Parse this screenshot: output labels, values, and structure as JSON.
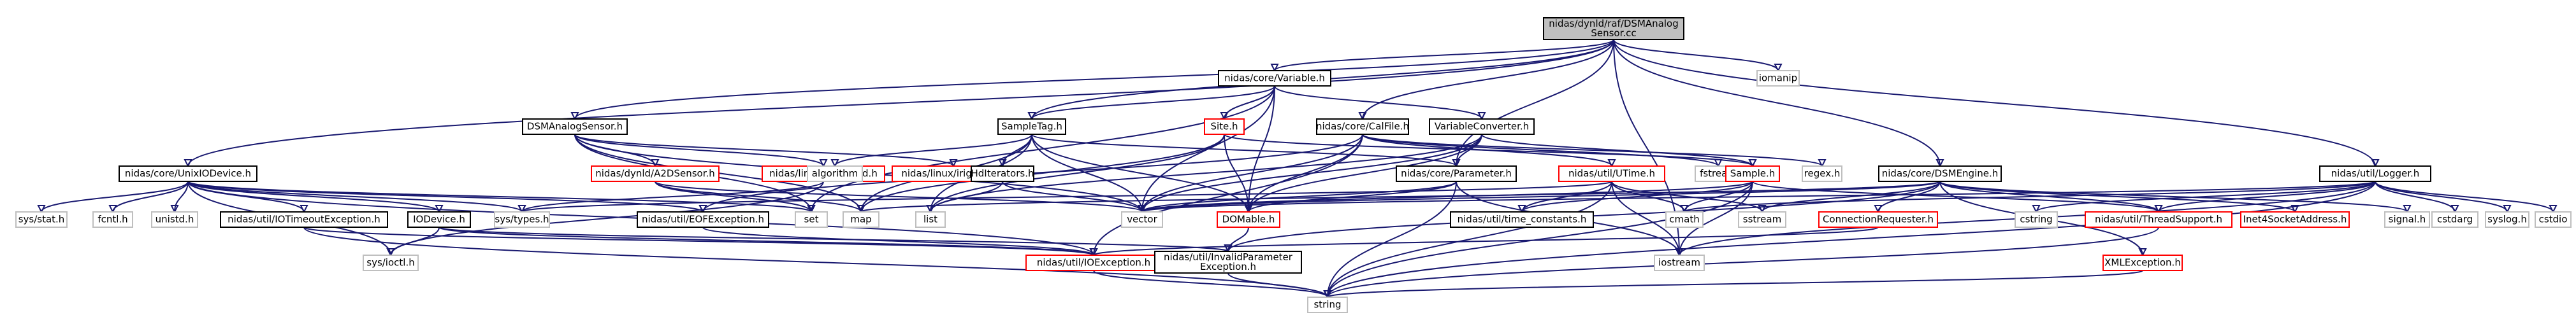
{
  "diagram": {
    "edge_color": "#191970",
    "node_styles": {
      "root": {
        "fill": "#bfbfbf",
        "border": "#000000"
      },
      "documented": {
        "fill": "#ffffff",
        "border": "#000000"
      },
      "undocumented": {
        "fill": "#ffffff",
        "border": "#ff0000"
      },
      "system": {
        "fill": "#ffffff",
        "border": "#bfbfbf"
      }
    },
    "nodes": [
      {
        "id": "root",
        "label": [
          "nidas/dynld/raf/DSMAnalog",
          "Sensor.cc"
        ],
        "kind": "root"
      },
      {
        "id": "variable",
        "label": [
          "nidas/core/Variable.h"
        ],
        "kind": "documented"
      },
      {
        "id": "iomanip",
        "label": [
          "iomanip"
        ],
        "kind": "system"
      },
      {
        "id": "dsmanalog",
        "label": [
          "DSMAnalogSensor.h"
        ],
        "kind": "documented"
      },
      {
        "id": "sampletag",
        "label": [
          "SampleTag.h"
        ],
        "kind": "documented"
      },
      {
        "id": "site",
        "label": [
          "Site.h"
        ],
        "kind": "undocumented"
      },
      {
        "id": "calfile",
        "label": [
          "nidas/core/CalFile.h"
        ],
        "kind": "documented"
      },
      {
        "id": "varconv",
        "label": [
          "VariableConverter.h"
        ],
        "kind": "documented"
      },
      {
        "id": "unixiodevice",
        "label": [
          "nidas/core/UnixIODevice.h"
        ],
        "kind": "documented"
      },
      {
        "id": "ncar_a2d",
        "label": [
          "nidas/linux/ncar_a2d.h"
        ],
        "kind": "undocumented"
      },
      {
        "id": "irigclock",
        "label": [
          "nidas/linux/irigclock.h"
        ],
        "kind": "undocumented"
      },
      {
        "id": "a2dsensor",
        "label": [
          "nidas/dynld/A2DSensor.h"
        ],
        "kind": "undocumented"
      },
      {
        "id": "algorithm",
        "label": [
          "algorithm"
        ],
        "kind": "system"
      },
      {
        "id": "hiditerators",
        "label": [
          "HdIterators.h"
        ],
        "kind": "documented"
      },
      {
        "id": "parameter",
        "label": [
          "nidas/core/Parameter.h"
        ],
        "kind": "documented"
      },
      {
        "id": "utime",
        "label": [
          "nidas/util/UTime.h"
        ],
        "kind": "undocumented"
      },
      {
        "id": "fstream",
        "label": [
          "fstream"
        ],
        "kind": "system"
      },
      {
        "id": "sample",
        "label": [
          "Sample.h"
        ],
        "kind": "undocumented"
      },
      {
        "id": "regex",
        "label": [
          "regex.h"
        ],
        "kind": "system"
      },
      {
        "id": "dsmengine",
        "label": [
          "nidas/core/DSMEngine.h"
        ],
        "kind": "documented"
      },
      {
        "id": "logger",
        "label": [
          "nidas/util/Logger.h"
        ],
        "kind": "documented"
      },
      {
        "id": "sysstat",
        "label": [
          "sys/stat.h"
        ],
        "kind": "system"
      },
      {
        "id": "fcntl",
        "label": [
          "fcntl.h"
        ],
        "kind": "system"
      },
      {
        "id": "unistd",
        "label": [
          "unistd.h"
        ],
        "kind": "system"
      },
      {
        "id": "iotimeout",
        "label": [
          "nidas/util/IOTimeoutException.h"
        ],
        "kind": "documented"
      },
      {
        "id": "iodevice",
        "label": [
          "IODevice.h"
        ],
        "kind": "documented"
      },
      {
        "id": "systypes",
        "label": [
          "sys/types.h"
        ],
        "kind": "system"
      },
      {
        "id": "eofexc",
        "label": [
          "nidas/util/EOFException.h"
        ],
        "kind": "documented"
      },
      {
        "id": "set",
        "label": [
          "set"
        ],
        "kind": "system"
      },
      {
        "id": "map",
        "label": [
          "map"
        ],
        "kind": "system"
      },
      {
        "id": "list",
        "label": [
          "list"
        ],
        "kind": "system"
      },
      {
        "id": "vector",
        "label": [
          "vector"
        ],
        "kind": "system"
      },
      {
        "id": "domable",
        "label": [
          "DOMable.h"
        ],
        "kind": "undocumented"
      },
      {
        "id": "timeconst",
        "label": [
          "nidas/util/time_constants.h"
        ],
        "kind": "documented"
      },
      {
        "id": "cmath",
        "label": [
          "cmath"
        ],
        "kind": "system"
      },
      {
        "id": "sstream",
        "label": [
          "sstream"
        ],
        "kind": "system"
      },
      {
        "id": "connreq",
        "label": [
          "ConnectionRequester.h"
        ],
        "kind": "undocumented"
      },
      {
        "id": "cstring",
        "label": [
          "cstring"
        ],
        "kind": "system"
      },
      {
        "id": "threadsupport",
        "label": [
          "nidas/util/ThreadSupport.h"
        ],
        "kind": "undocumented"
      },
      {
        "id": "inet4",
        "label": [
          "Inet4SocketAddress.h"
        ],
        "kind": "undocumented"
      },
      {
        "id": "signal",
        "label": [
          "signal.h"
        ],
        "kind": "system"
      },
      {
        "id": "cstdarg",
        "label": [
          "cstdarg"
        ],
        "kind": "system"
      },
      {
        "id": "syslog",
        "label": [
          "syslog.h"
        ],
        "kind": "system"
      },
      {
        "id": "cstdio",
        "label": [
          "cstdio"
        ],
        "kind": "system"
      },
      {
        "id": "sysioctl",
        "label": [
          "sys/ioctl.h"
        ],
        "kind": "system"
      },
      {
        "id": "ioexception",
        "label": [
          "nidas/util/IOException.h"
        ],
        "kind": "undocumented"
      },
      {
        "id": "invalidparam",
        "label": [
          "nidas/util/InvalidParameter",
          "Exception.h"
        ],
        "kind": "documented"
      },
      {
        "id": "iostream",
        "label": [
          "iostream"
        ],
        "kind": "system"
      },
      {
        "id": "xmlexc",
        "label": [
          "XMLException.h"
        ],
        "kind": "undocumented"
      },
      {
        "id": "string",
        "label": [
          "string"
        ],
        "kind": "system"
      }
    ],
    "edges": [
      [
        "root",
        "variable"
      ],
      [
        "root",
        "iomanip"
      ],
      [
        "root",
        "dsmanalog"
      ],
      [
        "root",
        "unixiodevice"
      ],
      [
        "root",
        "calfile"
      ],
      [
        "root",
        "sampletag"
      ],
      [
        "root",
        "dsmengine"
      ],
      [
        "root",
        "logger"
      ],
      [
        "root",
        "parameter"
      ],
      [
        "root",
        "iostream"
      ],
      [
        "variable",
        "site"
      ],
      [
        "variable",
        "varconv"
      ],
      [
        "variable",
        "sampletag"
      ],
      [
        "variable",
        "domable"
      ],
      [
        "variable",
        "vector"
      ],
      [
        "variable",
        "set"
      ],
      [
        "dsmanalog",
        "ncar_a2d"
      ],
      [
        "dsmanalog",
        "irigclock"
      ],
      [
        "dsmanalog",
        "a2dsensor"
      ],
      [
        "dsmanalog",
        "set"
      ],
      [
        "dsmanalog",
        "map"
      ],
      [
        "dsmanalog",
        "vector"
      ],
      [
        "sampletag",
        "algorithm"
      ],
      [
        "sampletag",
        "hiditerators"
      ],
      [
        "sampletag",
        "list"
      ],
      [
        "sampletag",
        "vector"
      ],
      [
        "sampletag",
        "domable"
      ],
      [
        "sampletag",
        "parameter"
      ],
      [
        "sampletag",
        "map"
      ],
      [
        "site",
        "domable"
      ],
      [
        "site",
        "list"
      ],
      [
        "site",
        "map"
      ],
      [
        "site",
        "sample"
      ],
      [
        "calfile",
        "utime"
      ],
      [
        "calfile",
        "fstream"
      ],
      [
        "calfile",
        "regex"
      ],
      [
        "calfile",
        "domable"
      ],
      [
        "calfile",
        "vector"
      ],
      [
        "calfile",
        "eofexc"
      ],
      [
        "calfile",
        "ioexception"
      ],
      [
        "varconv",
        "parameter"
      ],
      [
        "varconv",
        "sample"
      ],
      [
        "varconv",
        "domable"
      ],
      [
        "varconv",
        "vector"
      ],
      [
        "varconv",
        "list"
      ],
      [
        "unixiodevice",
        "sysstat"
      ],
      [
        "unixiodevice",
        "fcntl"
      ],
      [
        "unixiodevice",
        "unistd"
      ],
      [
        "unixiodevice",
        "iotimeout"
      ],
      [
        "unixiodevice",
        "iodevice"
      ],
      [
        "unixiodevice",
        "eofexc"
      ],
      [
        "unixiodevice",
        "sysioctl"
      ],
      [
        "unixiodevice",
        "systypes"
      ],
      [
        "unixiodevice",
        "set"
      ],
      [
        "unixiodevice",
        "ioexception"
      ],
      [
        "a2dsensor",
        "set"
      ],
      [
        "a2dsensor",
        "vector"
      ],
      [
        "a2dsensor",
        "map"
      ],
      [
        "ncar_a2d",
        "sysioctl"
      ],
      [
        "ncar_a2d",
        "systypes"
      ],
      [
        "hiditerators",
        "list"
      ],
      [
        "hiditerators",
        "vector"
      ],
      [
        "parameter",
        "domable"
      ],
      [
        "parameter",
        "string"
      ],
      [
        "parameter",
        "vector"
      ],
      [
        "parameter",
        "iostream"
      ],
      [
        "utime",
        "timeconst"
      ],
      [
        "utime",
        "string"
      ],
      [
        "utime",
        "iostream"
      ],
      [
        "utime",
        "sstream"
      ],
      [
        "utime",
        "cmath"
      ],
      [
        "utime",
        "systypes"
      ],
      [
        "sample",
        "threadsupport"
      ],
      [
        "sample",
        "timeconst"
      ],
      [
        "sample",
        "cmath"
      ],
      [
        "sample",
        "string"
      ],
      [
        "sample",
        "iostream"
      ],
      [
        "sample",
        "vector"
      ],
      [
        "dsmengine",
        "connreq"
      ],
      [
        "dsmengine",
        "threadsupport"
      ],
      [
        "dsmengine",
        "inet4"
      ],
      [
        "dsmengine",
        "signal"
      ],
      [
        "dsmengine",
        "xmlexc"
      ],
      [
        "dsmengine",
        "invalidparam"
      ],
      [
        "dsmengine",
        "sstream"
      ],
      [
        "dsmengine",
        "map"
      ],
      [
        "dsmengine",
        "vector"
      ],
      [
        "logger",
        "cstring"
      ],
      [
        "logger",
        "threadsupport"
      ],
      [
        "logger",
        "cstdarg"
      ],
      [
        "logger",
        "syslog"
      ],
      [
        "logger",
        "cstdio"
      ],
      [
        "logger",
        "iostream"
      ],
      [
        "logger",
        "string"
      ],
      [
        "logger",
        "vector"
      ],
      [
        "logger",
        "cmath"
      ],
      [
        "iotimeout",
        "ioexception"
      ],
      [
        "iotimeout",
        "string"
      ],
      [
        "iodevice",
        "sysioctl"
      ],
      [
        "iodevice",
        "ioexception"
      ],
      [
        "iodevice",
        "invalidparam"
      ],
      [
        "eofexc",
        "ioexception"
      ],
      [
        "domable",
        "invalidparam"
      ],
      [
        "connreq",
        "ioexception"
      ],
      [
        "threadsupport",
        "string"
      ],
      [
        "ioexception",
        "string"
      ],
      [
        "invalidparam",
        "string"
      ],
      [
        "xmlexc",
        "string"
      ]
    ]
  }
}
